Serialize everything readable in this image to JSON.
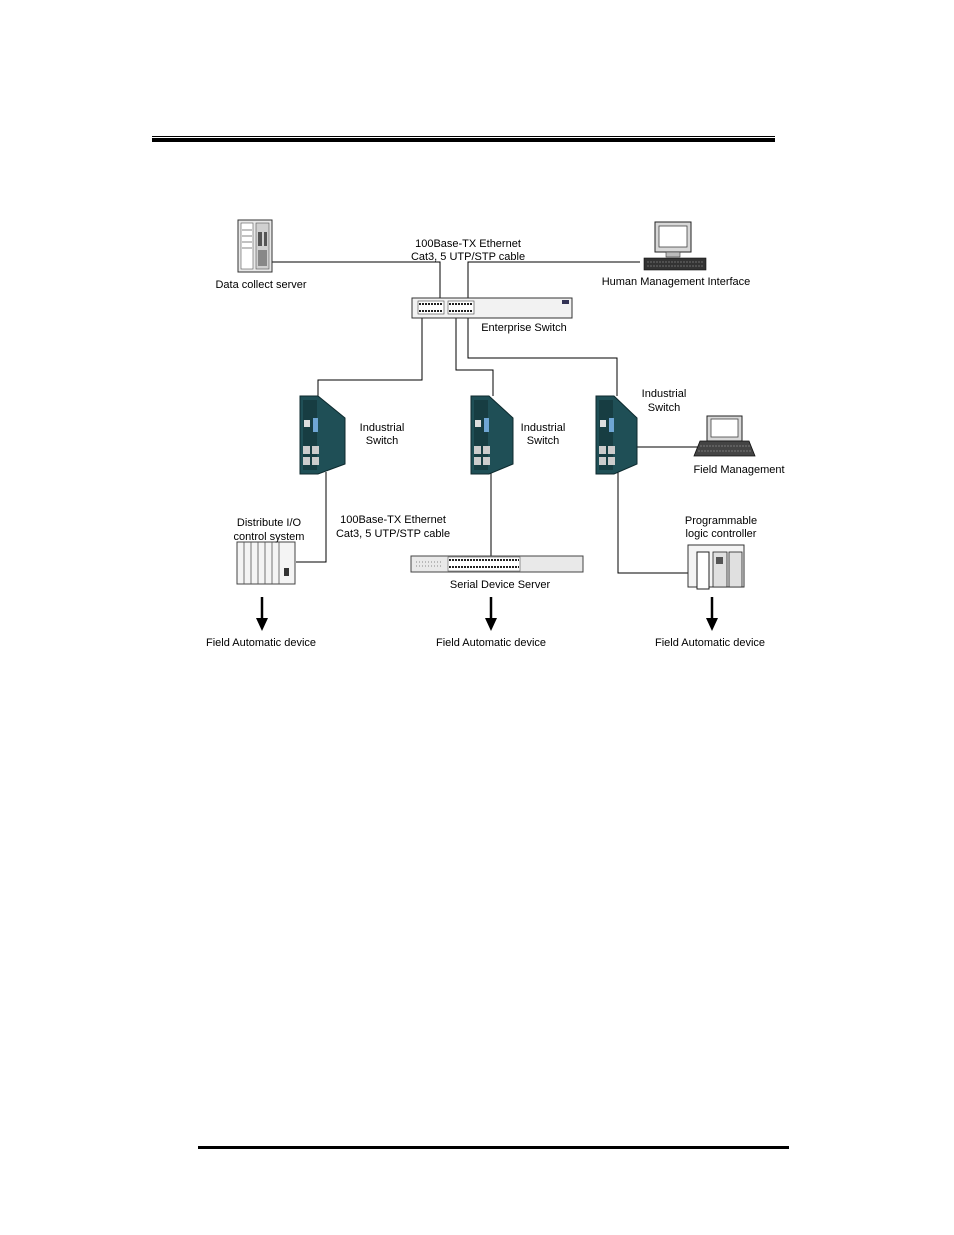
{
  "diagram": {
    "labels": {
      "cable_top_1": "100Base-TX Ethernet",
      "cable_top_2": "Cat3, 5 UTP/STP cable",
      "data_server": "Data collect server",
      "hmi": "Human Management Interface",
      "enterprise_switch": "Enterprise Switch",
      "industrial": "Industrial",
      "switch": "Switch",
      "field_management": "Field Management",
      "distribute_1": "Distribute I/O",
      "distribute_2": "control system",
      "cable_mid_1": "100Base-TX Ethernet",
      "cable_mid_2": "Cat3, 5 UTP/STP cable",
      "serial_server": "Serial Device Server",
      "plc_1": "Programmable",
      "plc_2": "logic controller",
      "field_device": "Field Automatic device"
    }
  }
}
